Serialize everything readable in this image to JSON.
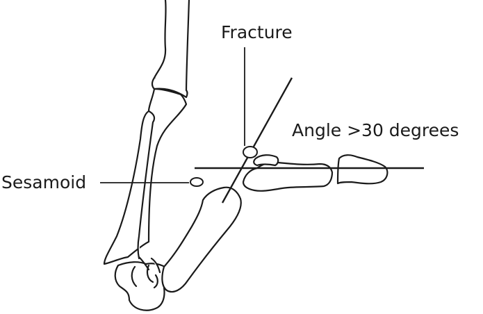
{
  "labels": {
    "fracture": "Fracture",
    "angle": "Angle >30 degrees",
    "sesamoid": "Sesamoid"
  },
  "colors": {
    "line": "#1a1a1a",
    "background": "#ffffff"
  }
}
